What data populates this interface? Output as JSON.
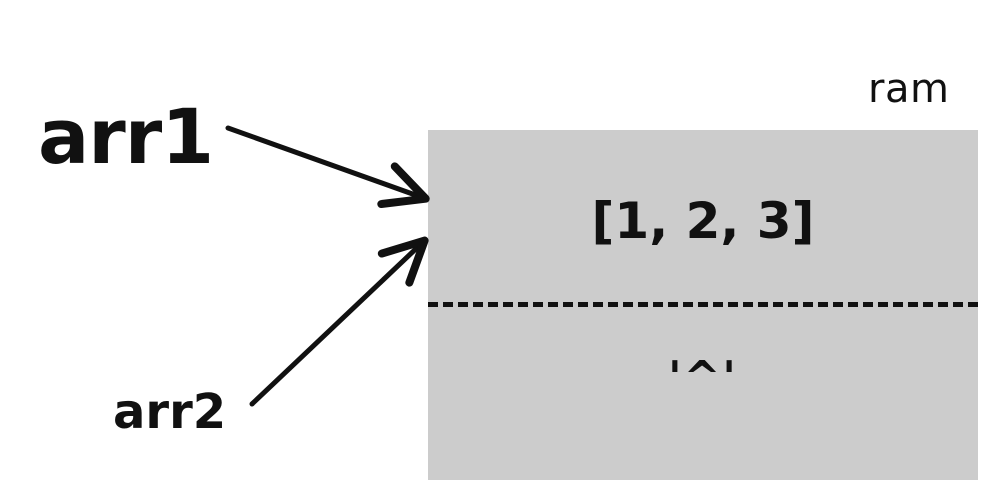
{
  "variables": [
    {
      "name": "arr1",
      "points_to": "ram.value"
    },
    {
      "name": "arr2",
      "points_to": "ram.value"
    }
  ],
  "ram": {
    "label": "ram",
    "value": "[1, 2, 3]",
    "terminator": "'^'"
  },
  "colors": {
    "ram_fill": "#cccccc",
    "ink": "#111111"
  }
}
